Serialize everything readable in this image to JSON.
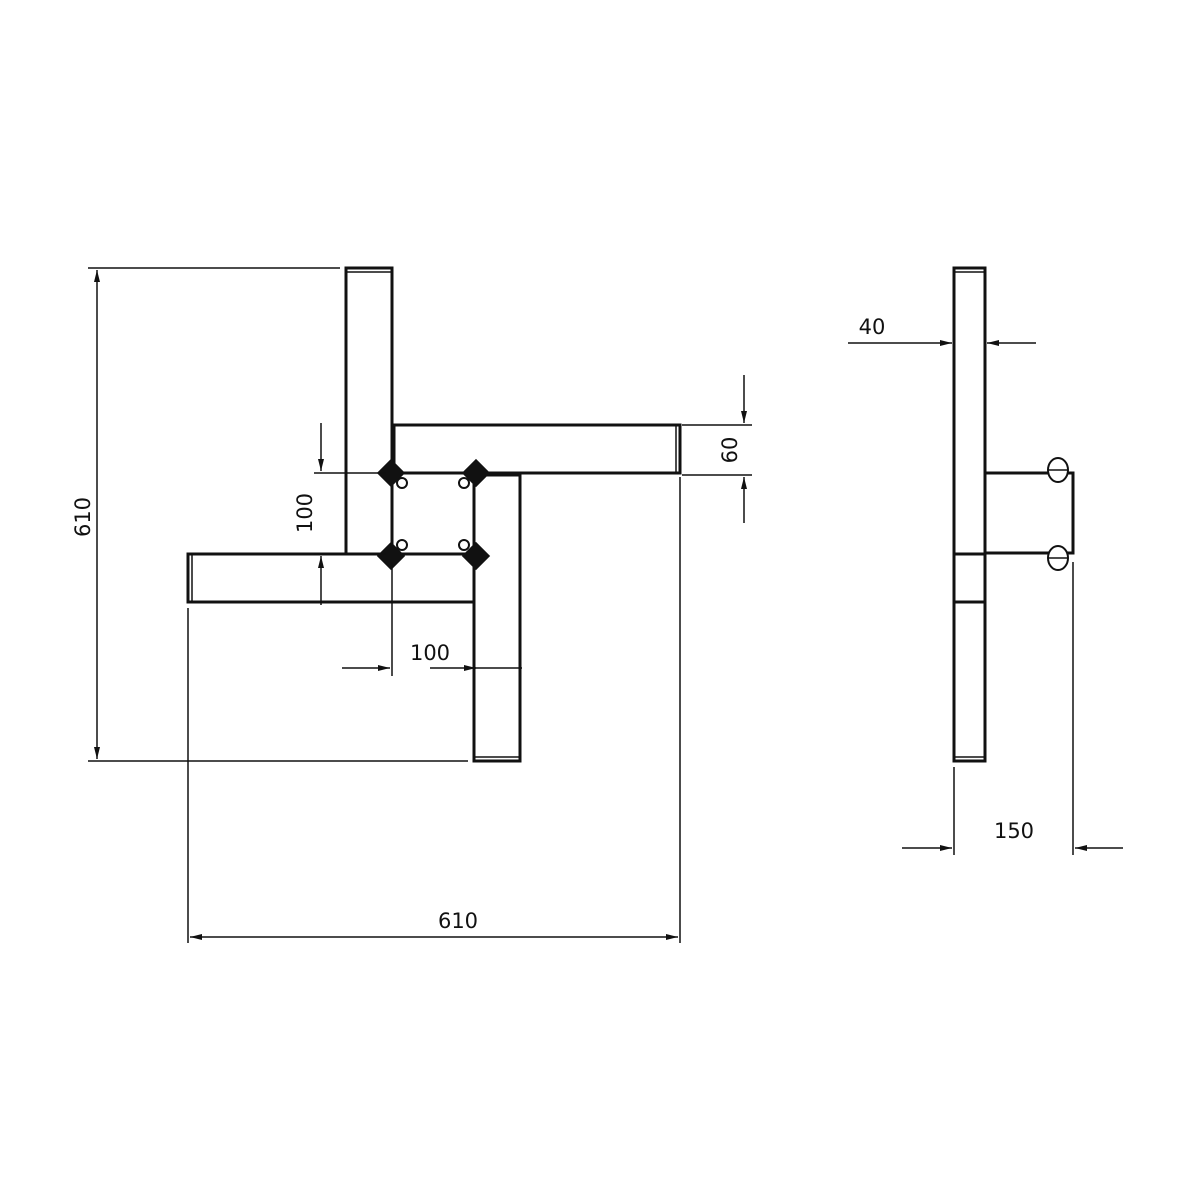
{
  "dimensions": {
    "overall_height": "610",
    "overall_width": "610",
    "tube_width": "60",
    "plate_height": "100",
    "plate_width": "100",
    "tube_depth": "40",
    "mount_depth": "150"
  },
  "colors": {
    "line": "#111111",
    "background": "#ffffff"
  }
}
